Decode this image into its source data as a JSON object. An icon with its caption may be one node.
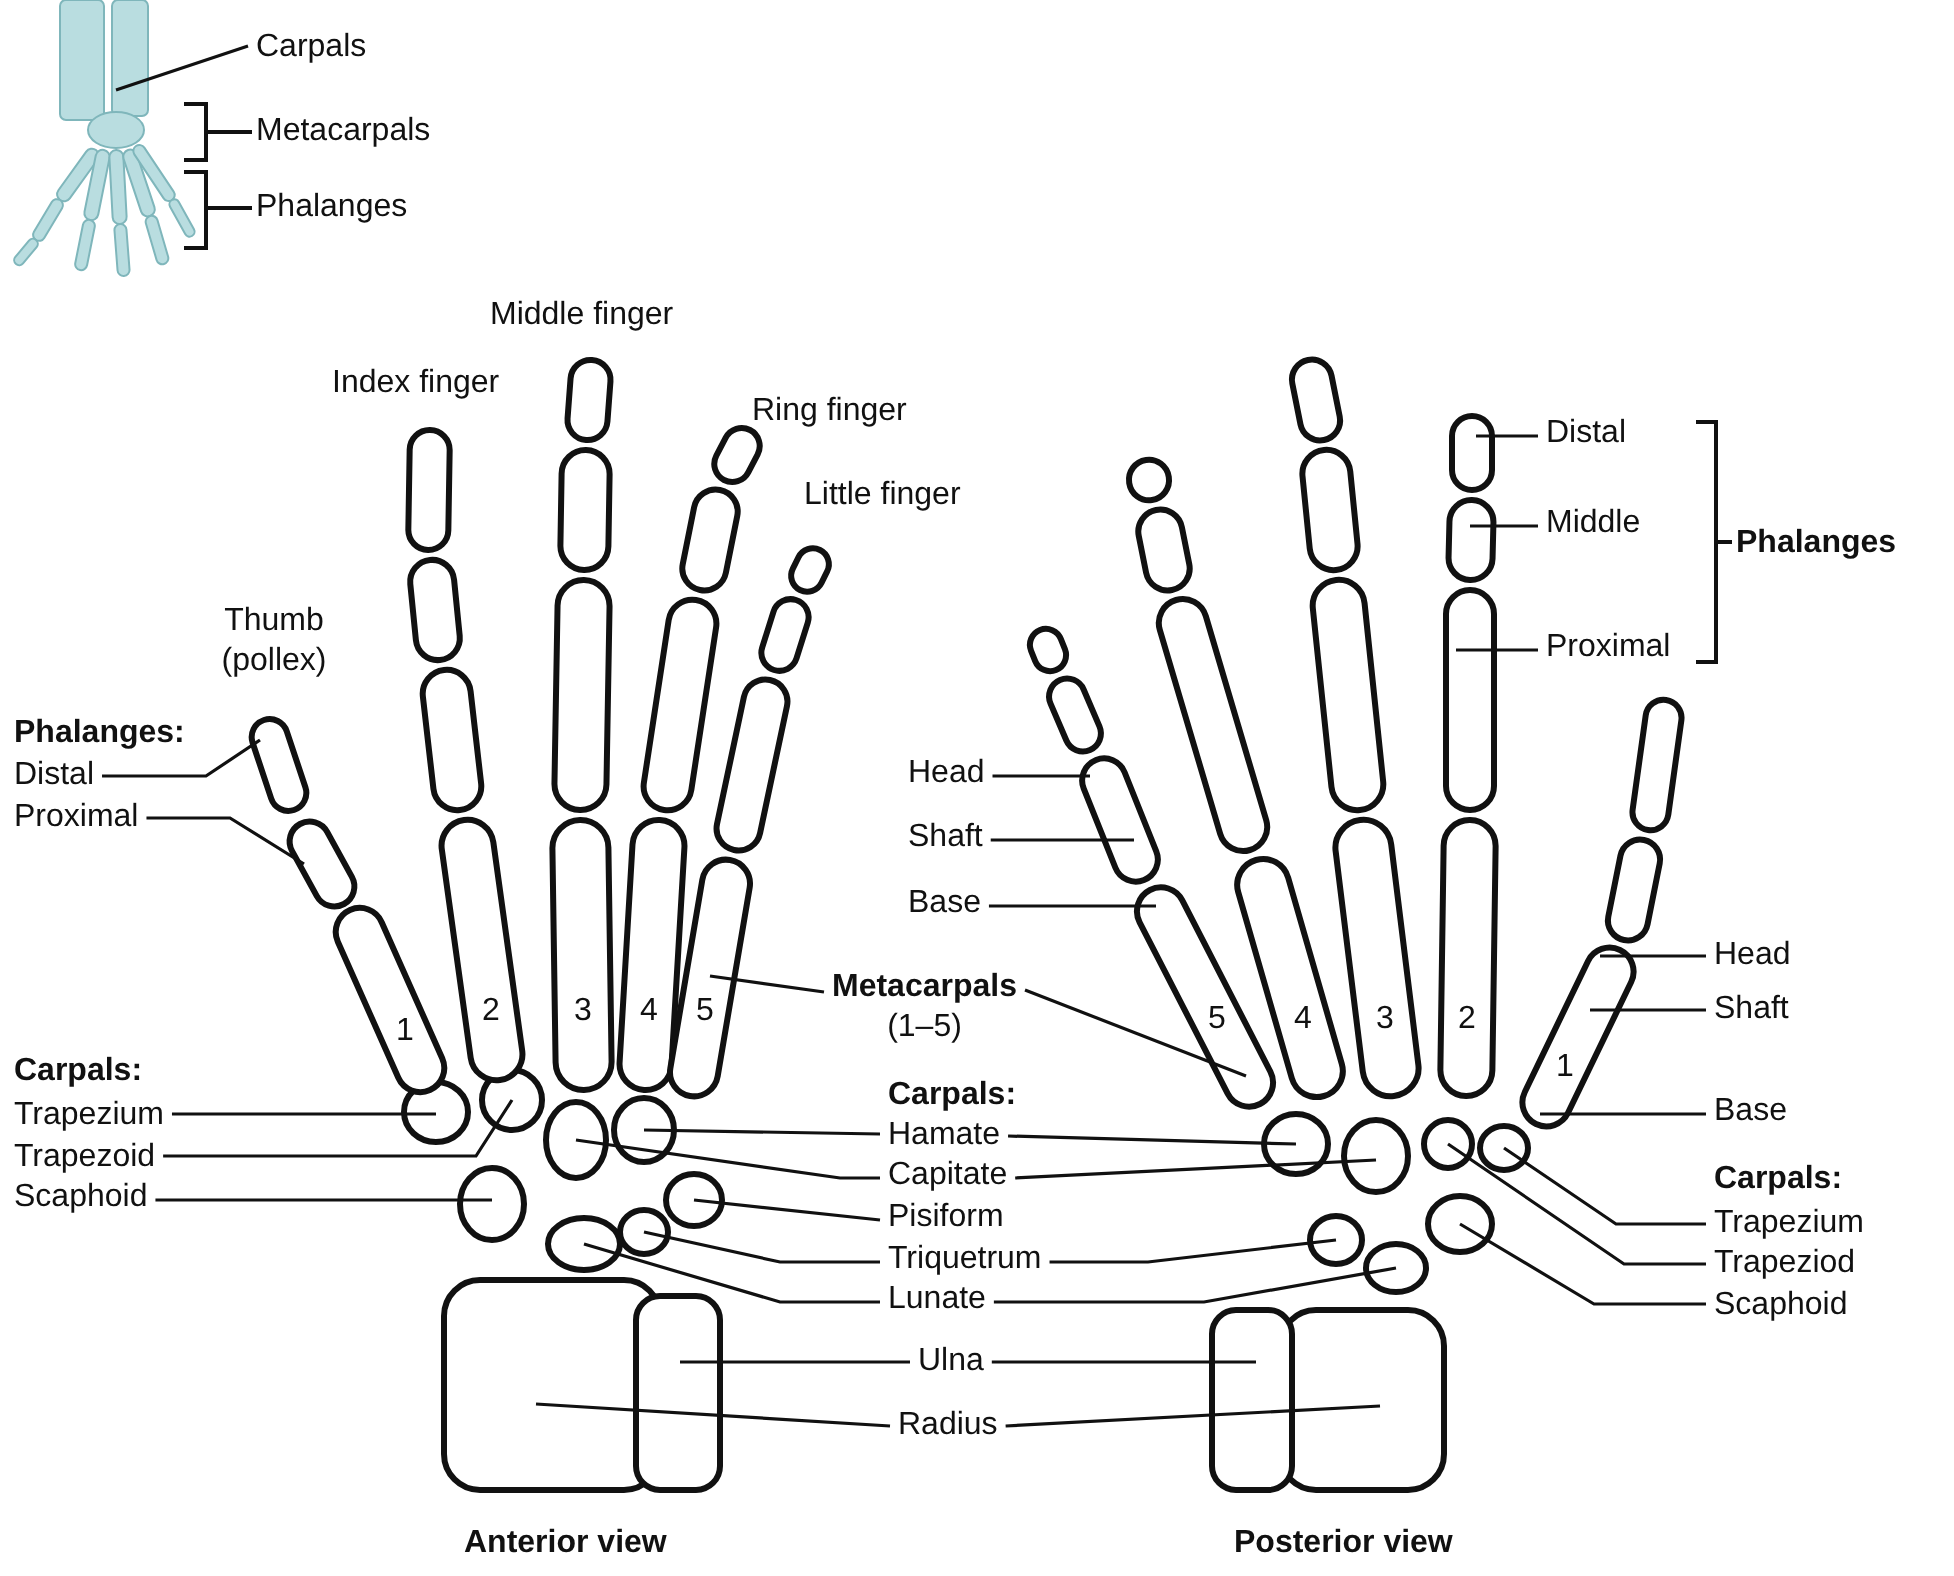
{
  "diagram": {
    "nodes": [
      {
        "text": [
          "Carpals"
        ]
      },
      {
        "text": [
          "Distal"
        ]
      },
      {
        "text": [
          "Proximal"
        ]
      },
      {
        "text": [
          "Trapezium"
        ]
      },
      {
        "text": [
          "Trapezoid"
        ]
      },
      {
        "text": [
          "Scaphoid"
        ]
      },
      {
        "text": [
          "Metacarpals",
          "(1–5)"
        ]
      },
      {
        "text": [
          "Hamate"
        ]
      },
      {
        "text": [
          "Capitate"
        ]
      },
      {
        "text": [
          "Pisiform"
        ]
      },
      {
        "text": [
          "Triquetrum"
        ]
      },
      {
        "text": [
          "Lunate"
        ]
      },
      {
        "text": [
          "Ulna"
        ]
      },
      {
        "text": [
          "Radius"
        ]
      },
      {
        "text": [
          "Head"
        ]
      },
      {
        "text": [
          "Shaft"
        ]
      },
      {
        "text": [
          "Base"
        ]
      },
      {
        "text": [
          "Distal"
        ]
      },
      {
        "text": [
          "Middle"
        ]
      },
      {
        "text": [
          "Proximal"
        ]
      },
      {
        "text": [
          "Head"
        ]
      },
      {
        "text": [
          "Shaft"
        ]
      },
      {
        "text": [
          "Base"
        ]
      },
      {
        "text": [
          "Trapezium"
        ]
      },
      {
        "text": [
          "Trapeziod"
        ]
      },
      {
        "text": [
          "Scaphoid"
        ]
      }
    ],
    "edges": [
      {
        "from": 0,
        "to": null,
        "arrow": "none"
      },
      {
        "from": 1,
        "to": null,
        "arrow": "none"
      },
      {
        "from": 2,
        "to": null,
        "arrow": "none"
      },
      {
        "from": 3,
        "to": null,
        "arrow": "none"
      },
      {
        "from": 4,
        "to": null,
        "arrow": "none"
      },
      {
        "from": 5,
        "to": null,
        "arrow": "none"
      },
      {
        "from": 6,
        "to": null,
        "arrow": "none"
      },
      {
        "from": 6,
        "to": null,
        "arrow": "none"
      },
      {
        "from": 7,
        "to": null,
        "arrow": "none"
      },
      {
        "from": 7,
        "to": null,
        "arrow": "none"
      },
      {
        "from": 8,
        "to": null,
        "arrow": "none"
      },
      {
        "from": 8,
        "to": null,
        "arrow": "none"
      },
      {
        "from": 9,
        "to": null,
        "arrow": "none"
      },
      {
        "from": 10,
        "to": null,
        "arrow": "none"
      },
      {
        "from": 10,
        "to": null,
        "arrow": "none"
      },
      {
        "from": 11,
        "to": null,
        "arrow": "none"
      },
      {
        "from": 11,
        "to": null,
        "arrow": "none"
      },
      {
        "from": 12,
        "to": null,
        "arrow": "none"
      },
      {
        "from": 12,
        "to": null,
        "arrow": "none"
      },
      {
        "from": 13,
        "to": null,
        "arrow": "none"
      },
      {
        "from": 13,
        "to": null,
        "arrow": "none"
      },
      {
        "from": 14,
        "to": null,
        "arrow": "none"
      },
      {
        "from": 15,
        "to": null,
        "arrow": "none"
      },
      {
        "from": 16,
        "to": null,
        "arrow": "none"
      },
      {
        "from": 17,
        "to": null,
        "arrow": "none"
      },
      {
        "from": 18,
        "to": null,
        "arrow": "none"
      },
      {
        "from": 19,
        "to": null,
        "arrow": "none"
      },
      {
        "from": 20,
        "to": null,
        "arrow": "none"
      },
      {
        "from": 21,
        "to": null,
        "arrow": "none"
      },
      {
        "from": 22,
        "to": null,
        "arrow": "none"
      },
      {
        "from": 23,
        "to": null,
        "arrow": "none"
      },
      {
        "from": 24,
        "to": null,
        "arrow": "none"
      },
      {
        "from": 25,
        "to": null,
        "arrow": "none"
      }
    ],
    "labels": [
      "Metacarpals",
      "Phalanges",
      "Middle finger",
      "Index finger",
      "Ring finger",
      "Little finger",
      "Thumb (pollex)",
      "Phalanges:",
      "Phalanges",
      "Carpals:",
      "1",
      "2",
      "3",
      "4",
      "5",
      "Carpals:",
      "5",
      "4",
      "3",
      "2",
      "1",
      "Carpals:",
      "Anterior view",
      "Posterior view"
    ]
  }
}
